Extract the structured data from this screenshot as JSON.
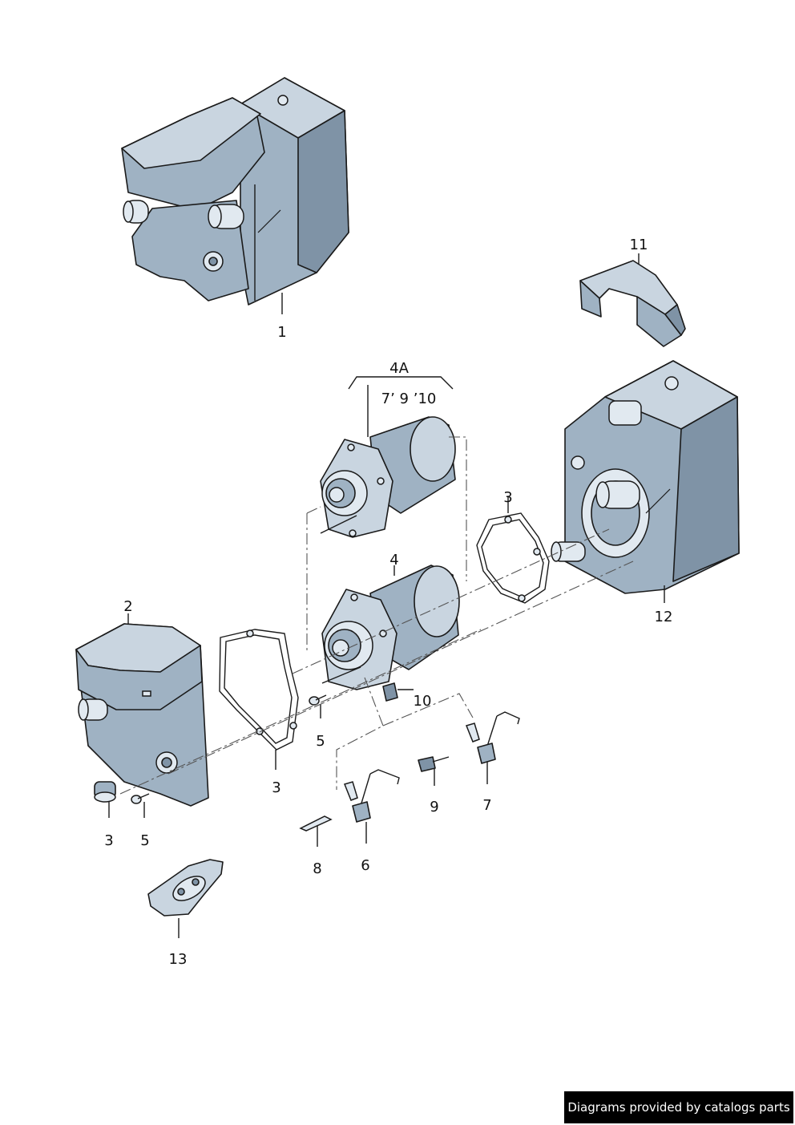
{
  "labels": {
    "p1": "1",
    "p2": "2",
    "p3_a": "3",
    "p3_b": "3",
    "p3_c": "3",
    "p4": "4",
    "p4a": "4A",
    "p4a_sub": "7’ 9 ’10",
    "p5_a": "5",
    "p5_b": "5",
    "p6": "6",
    "p7": "7",
    "p8": "8",
    "p9": "9",
    "p10": "10",
    "p11": "11",
    "p12": "12",
    "p13": "13"
  },
  "credit": "Diagrams provided by catalogs parts"
}
